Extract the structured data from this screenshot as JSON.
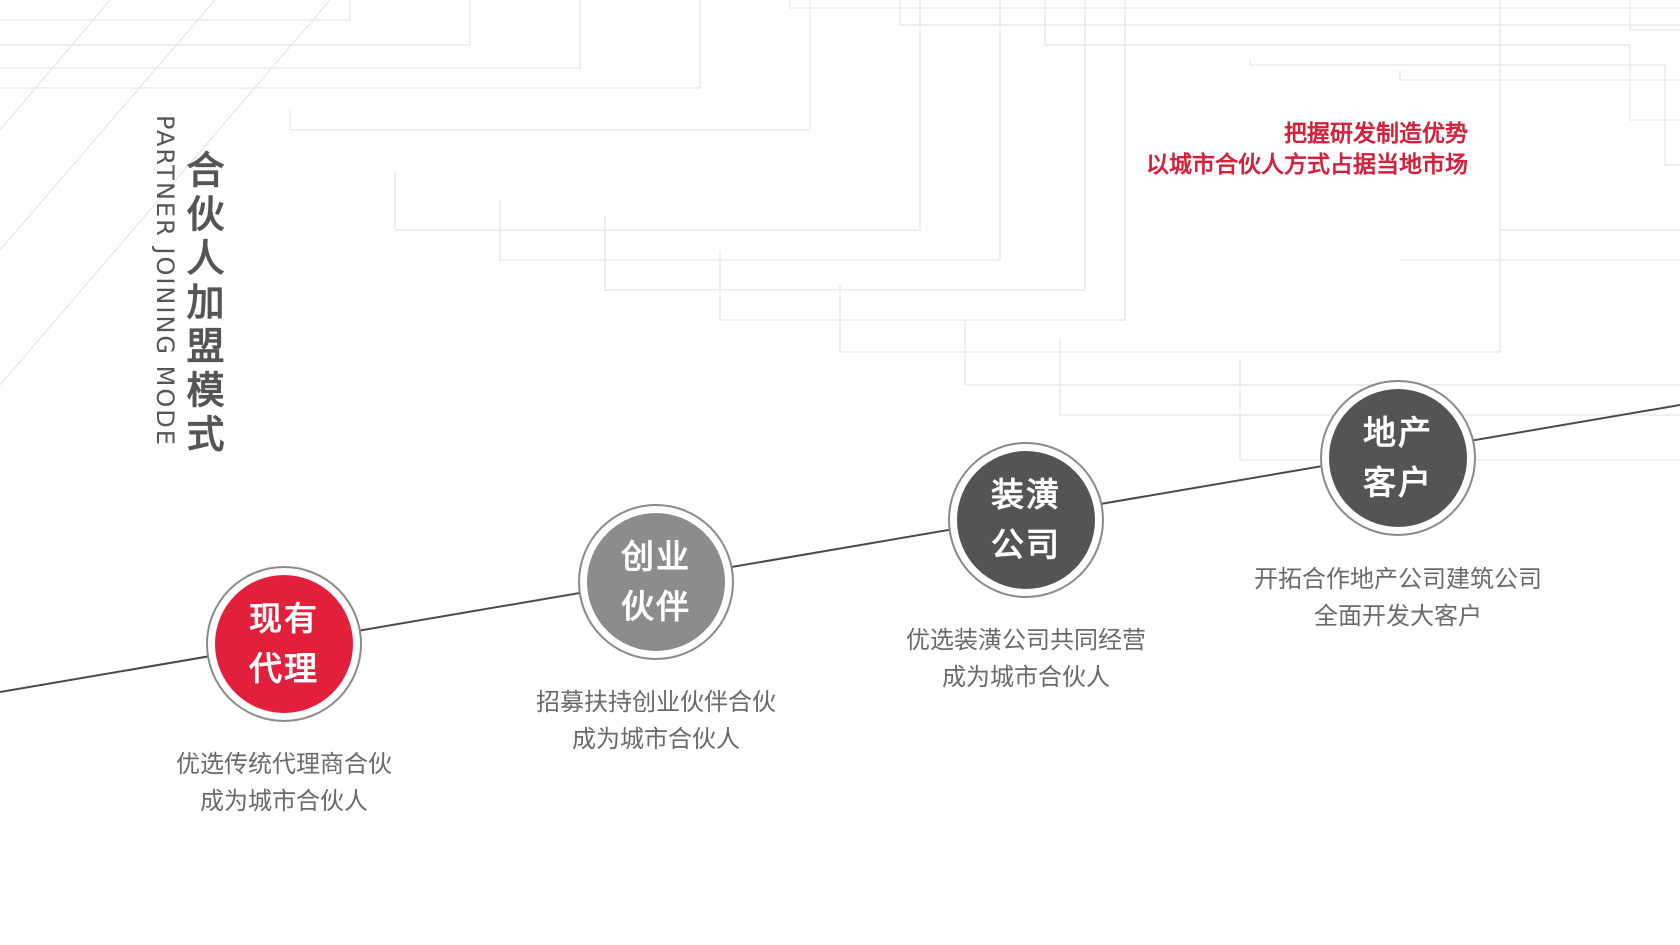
{
  "title": {
    "english": "PARTNER JOINING MODE",
    "chinese": "合伙人加盟模式"
  },
  "slogan": {
    "line1": "把握研发制造优势",
    "line2": "以城市合伙人方式占据当地市场"
  },
  "colors": {
    "accent_red": "#e3203b",
    "node_gray_light": "#8b8c8e",
    "node_gray_dark": "#545456",
    "text_gray": "#6a6a6a",
    "title_gray": "#555555",
    "grid_line": "#e4e6e8"
  },
  "stages": [
    {
      "name_line1": "现有",
      "name_line2": "代理",
      "desc_line1": "优选传统代理商合伙",
      "desc_line2": "成为城市合伙人",
      "color": "#e3203b"
    },
    {
      "name_line1": "创业",
      "name_line2": "伙伴",
      "desc_line1": "招募扶持创业伙伴合伙",
      "desc_line2": "成为城市合伙人",
      "color": "#8b8c8e"
    },
    {
      "name_line1": "装潢",
      "name_line2": "公司",
      "desc_line1": "优选装潢公司共同经营",
      "desc_line2": "成为城市合伙人",
      "color": "#545456"
    },
    {
      "name_line1": "地产",
      "name_line2": "客户",
      "desc_line1": "开拓合作地产公司建筑公司",
      "desc_line2": "全面开发大客户",
      "color": "#545456"
    }
  ]
}
